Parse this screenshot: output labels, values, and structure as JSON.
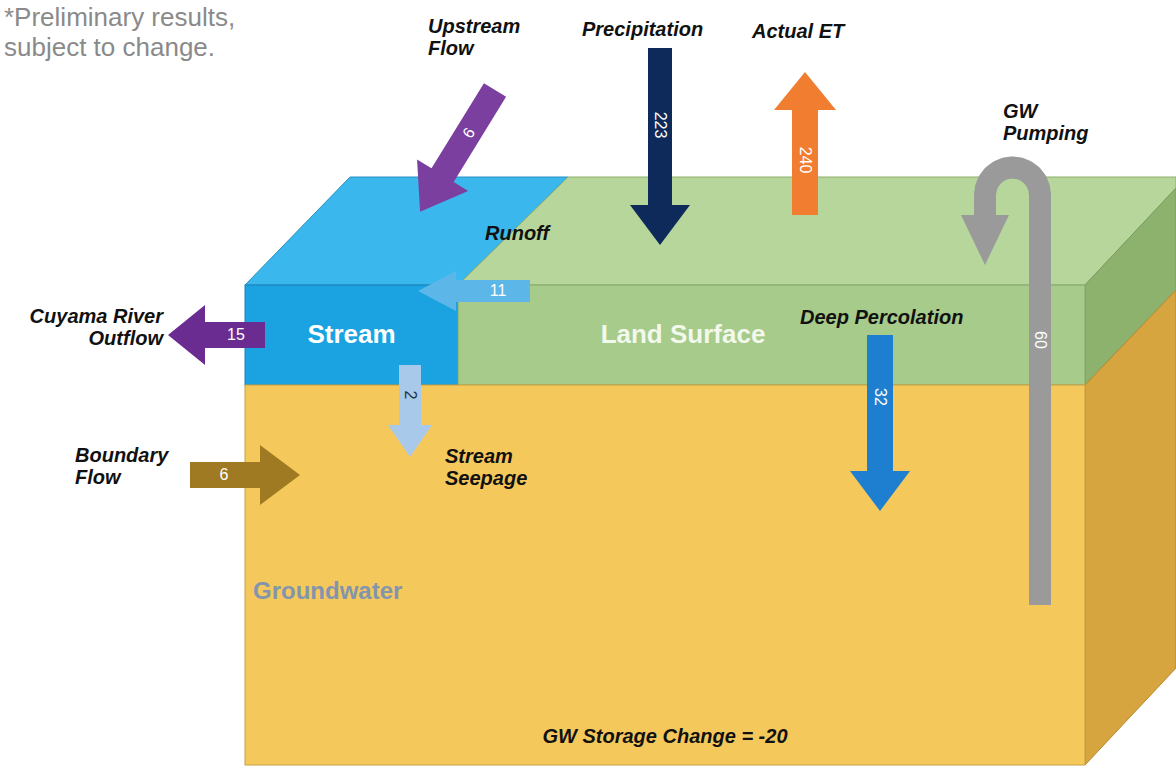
{
  "diagram": {
    "nodes": [
      {
        "text": [
          "Stream"
        ]
      },
      {
        "text": [
          "Land Surface"
        ]
      },
      {
        "text": [
          "Groundwater",
          "GW Storage Change = -20"
        ]
      }
    ],
    "edges": [
      {
        "from": 1,
        "to": 0,
        "arrow": "to",
        "label": "11"
      },
      {
        "from": 0,
        "to": 2,
        "arrow": "to",
        "label": "2"
      },
      {
        "from": 1,
        "to": 2,
        "arrow": "to",
        "label": "32"
      },
      {
        "from": 2,
        "to": 1,
        "arrow": "to",
        "label": "60"
      }
    ],
    "labels": [
      "*Preliminary results, subject to change.",
      "Upstream Flow",
      "6",
      "Precipitation",
      "223",
      "Actual ET",
      "240",
      "GW Pumping",
      "Runoff",
      "Cuyama River Outflow",
      "15",
      "Deep Percolation",
      "Boundary Flow",
      "6",
      "Stream Seepage"
    ]
  }
}
